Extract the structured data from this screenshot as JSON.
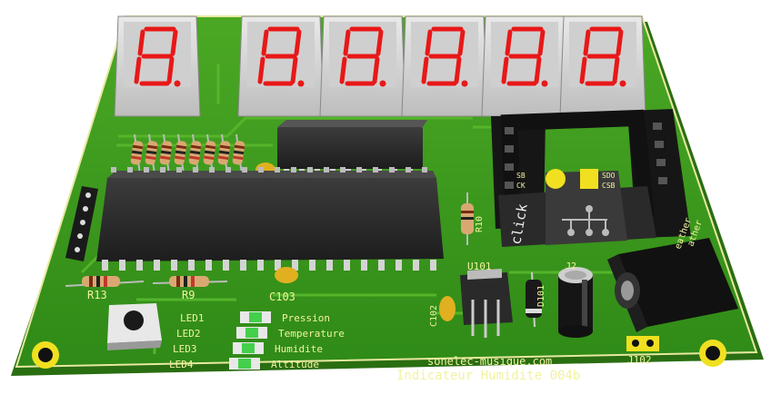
{
  "board": {
    "title": "Indicateur Humidite 004b",
    "website": "sonelec-musique.com",
    "pcb_color": "#3f9b1f",
    "silk_color": "#f2f2a0"
  },
  "display": {
    "digits": [
      "8.",
      "8.",
      "8.",
      "8.",
      "8.",
      "8."
    ],
    "segment_color": "#e81818"
  },
  "leds": [
    {
      "ref": "LED1",
      "label": "Pression"
    },
    {
      "ref": "LED2",
      "label": "Temperature"
    },
    {
      "ref": "LED3",
      "label": "Humidite"
    },
    {
      "ref": "LED4",
      "label": "Altitude"
    }
  ],
  "refs": {
    "r13": "R13",
    "r9": "R9",
    "c103": "C103",
    "c102": "C102",
    "u101": "U101",
    "d101": "D101",
    "r10": "R10",
    "j102": "J102",
    "j2": "J2",
    "click": "click",
    "sdo": "SDO",
    "csb": "CSB",
    "sb": "SB",
    "ck": "CK",
    "weather": "eather",
    "weather2": "ather"
  }
}
